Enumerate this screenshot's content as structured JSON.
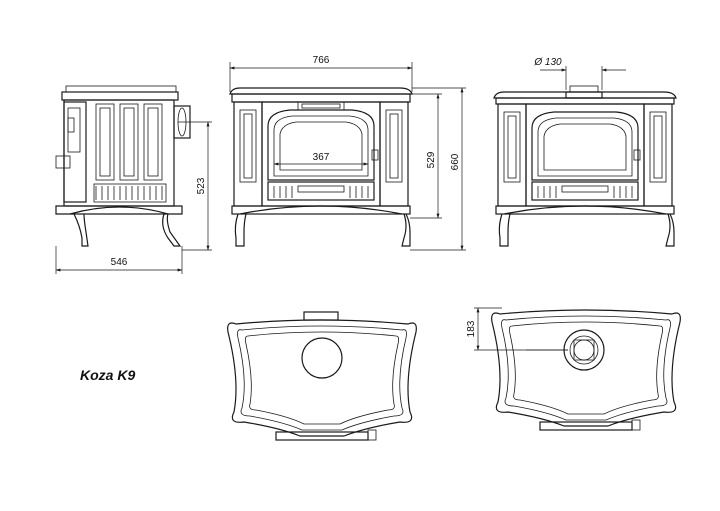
{
  "model_name": "Koza K9",
  "dimensions": {
    "depth": "546",
    "side_height": "523",
    "front_width": "766",
    "firebox_width": "367",
    "height_529": "529",
    "height_660": "660",
    "flue_diameter": "Ø 130",
    "flue_offset": "183"
  }
}
